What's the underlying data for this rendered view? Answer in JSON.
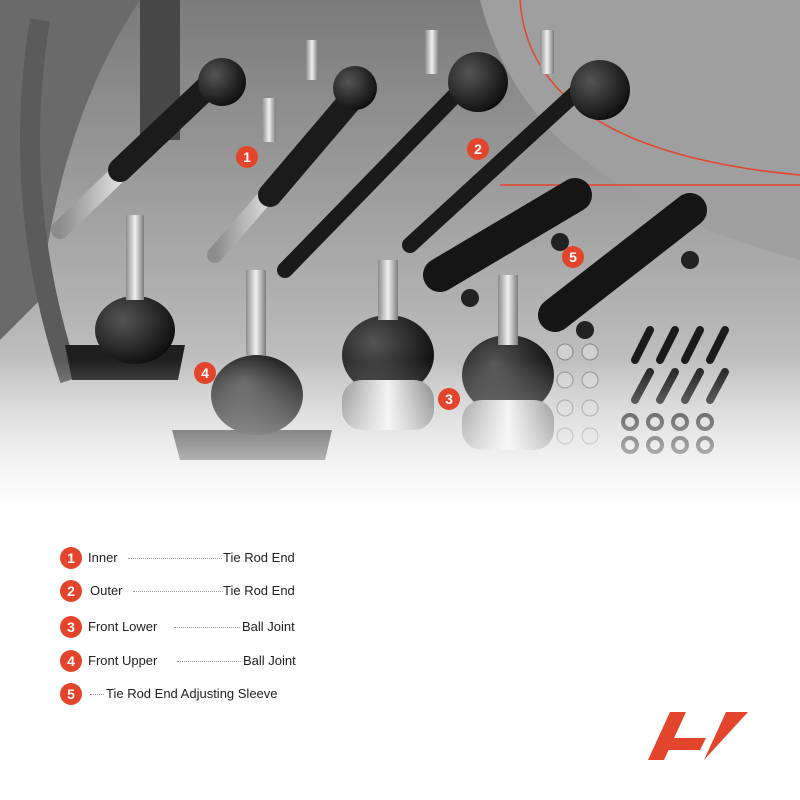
{
  "legend": [
    {
      "num": "1",
      "part": "Inner",
      "type": "Tie Rod End"
    },
    {
      "num": "2",
      "part": "Outer",
      "type": "Tie Rod End"
    },
    {
      "num": "3",
      "part": "Front Lower",
      "type": "Ball Joint"
    },
    {
      "num": "4",
      "part": "Front Upper",
      "type": "Ball Joint"
    },
    {
      "num": "5",
      "part": "",
      "type": "Tie Rod End Adjusting Sleeve"
    }
  ],
  "markers": [
    "1",
    "2",
    "3",
    "4",
    "5"
  ],
  "colors": {
    "accent": "#e2452b",
    "part_dark": "#1b1b1b",
    "chrome": "#c9c9c9",
    "background_photo": "#8e8e8e"
  },
  "logo": {
    "icon": "ap-brand-logo-icon"
  }
}
